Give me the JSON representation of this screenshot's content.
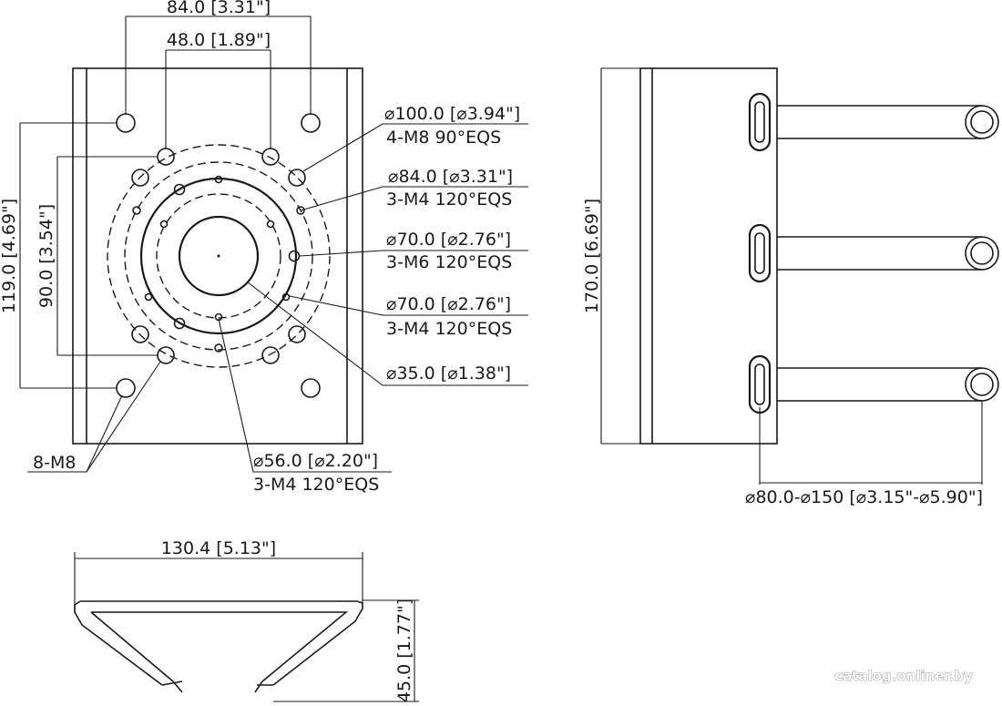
{
  "front_view": {
    "width_outer": "84.0 [3.31\"]",
    "width_inner": "48.0 [1.89\"]",
    "height_outer": "119.0 [4.69\"]",
    "height_inner": "90.0 [3.54\"]",
    "callouts": [
      {
        "diameter": "⌀100.0 [⌀3.94\"]",
        "holes": "4-M8 90°EQS"
      },
      {
        "diameter": "⌀84.0 [⌀3.31\"]",
        "holes": "3-M4 120°EQS"
      },
      {
        "diameter": "⌀70.0 [⌀2.76\"]",
        "holes": "3-M6 120°EQS"
      },
      {
        "diameter": "⌀70.0 [⌀2.76\"]",
        "holes": "3-M4 120°EQS"
      }
    ],
    "center_hole": "⌀35.0 [⌀1.38\"]",
    "bottom_callout": {
      "diameter": "⌀56.0 [⌀2.20\"]",
      "holes": "3-M4 120°EQS"
    },
    "corner_holes": "8-M8"
  },
  "side_view": {
    "height": "170.0 [6.69\"]",
    "clamp_range": "⌀80.0-⌀150 [⌀3.15\"-⌀5.90\"]"
  },
  "bottom_view": {
    "width": "130.4 [5.13\"]",
    "height": "45.0 [1.77\"]"
  },
  "watermark": "catalog.onliner.by"
}
